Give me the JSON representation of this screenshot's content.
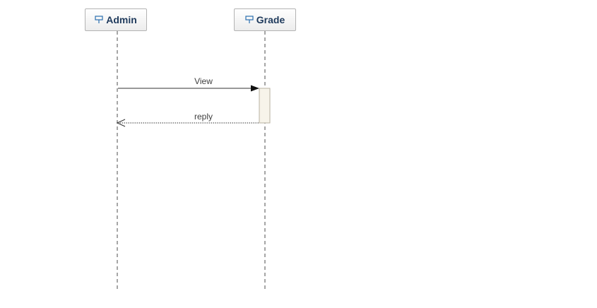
{
  "lifelines": [
    {
      "name": "Admin",
      "icon": "class-icon"
    },
    {
      "name": "Grade",
      "icon": "class-icon"
    }
  ],
  "messages": [
    {
      "label": "View",
      "from": "Admin",
      "to": "Grade",
      "kind": "synchronous"
    },
    {
      "label": "reply",
      "from": "Grade",
      "to": "Admin",
      "kind": "return"
    }
  ],
  "colors": {
    "lifeline_title": "#1f3a5c",
    "lifeline_dash": "#888888",
    "activation_fill": "#f7f4ea",
    "activation_border": "#b7b0a0",
    "message_line": "#333333"
  }
}
